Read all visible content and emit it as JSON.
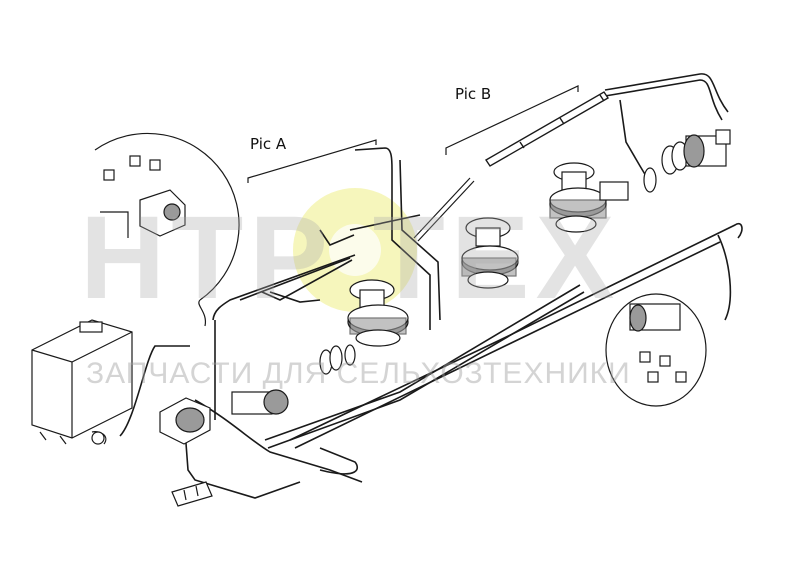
{
  "labels": {
    "pic_a": "Pic A",
    "pic_b": "Pic B"
  },
  "watermark": {
    "brand": "НТР    ТЕХ",
    "tagline": "ЗАПЧАСТИ ДЛЯ СЕЛЬХОЗТЕХНИКИ",
    "logo_color": "#f3f3a6"
  },
  "colors": {
    "line": "#1a1a1a",
    "part_gray": "#9a9a9a",
    "watermark_gray": "#aaaaaa"
  }
}
